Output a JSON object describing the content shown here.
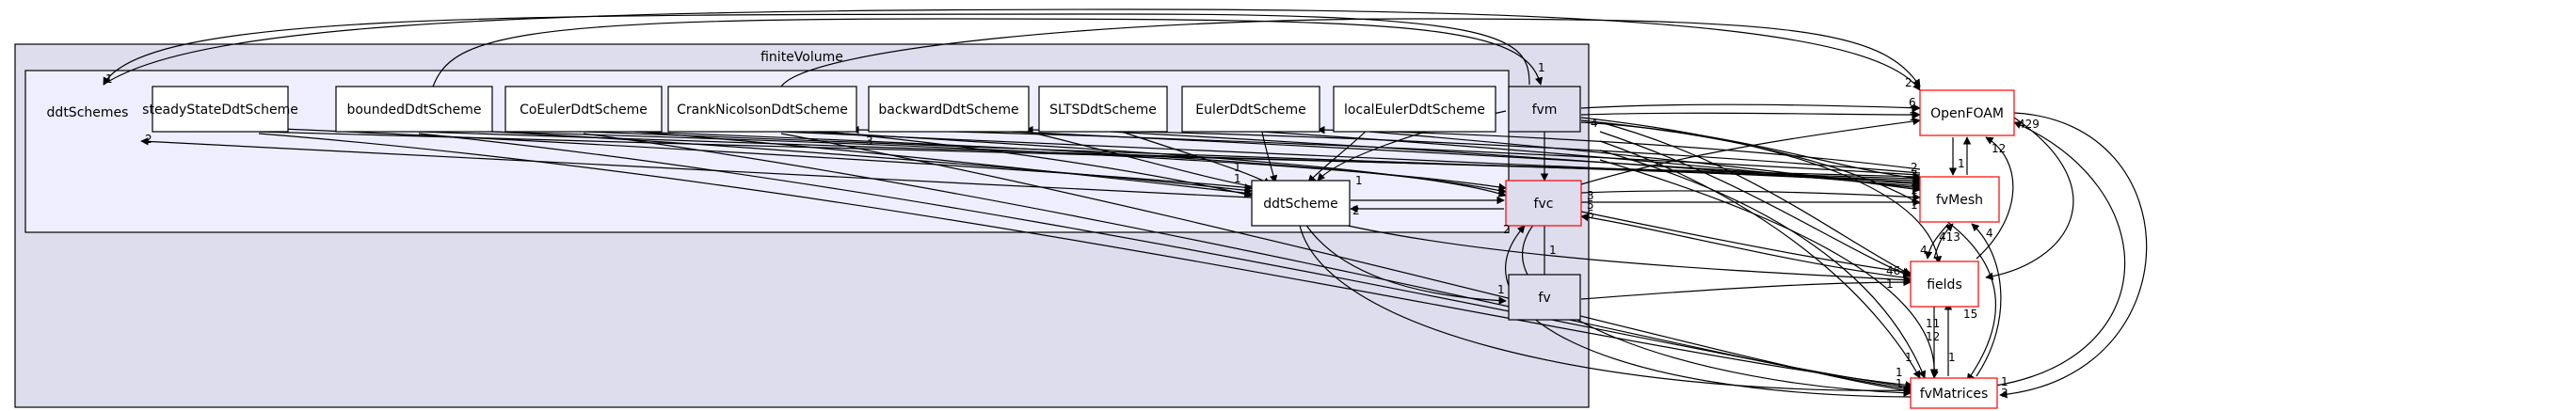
{
  "clusters": {
    "outer": {
      "label": "finiteVolume",
      "fill": "#ddddee",
      "stroke": "#000000"
    },
    "inner": {
      "label": "ddtSchemes",
      "fill": "#eeeeff",
      "stroke": "#000000"
    }
  },
  "nodes": {
    "steadyState": "steadyStateDdtScheme",
    "bounded": "boundedDdtScheme",
    "coEuler": "CoEulerDdtScheme",
    "crankNicolson": "CrankNicolsonDdtScheme",
    "backward": "backwardDdtScheme",
    "slts": "SLTSDdtScheme",
    "euler": "EulerDdtScheme",
    "localEuler": "localEulerDdtScheme",
    "ddtScheme": "ddtScheme",
    "fvm": "fvm",
    "fvc": "fvc",
    "fv": "fv",
    "openfoam": "OpenFOAM",
    "fvMesh": "fvMesh",
    "fields": "fields",
    "fvMatrices": "fvMatrices"
  },
  "edge_labels": {
    "fvm_to_ddtSchemes": "1",
    "bounded_to_fvm": "1",
    "inner_to_openfoam": "2",
    "cn_to_openfoam": "6",
    "fvm_to_openfoam_a": "1",
    "fvm_to_openfoam_b": "1",
    "fvm_to_fvc_n": "4",
    "fvc_to_fvMesh_a": "3",
    "fvc_to_fvMesh_b": "5",
    "fvc_out": "6",
    "fvc_to_fv": "1",
    "ddtScheme_to_fvc": "2",
    "ddtScheme_to_inner": "2",
    "fvc_to_fvMatrices": "2",
    "inbound_ddt_a": "1",
    "inbound_ddt_b": "1",
    "inbound_ddt_c": "1",
    "inbound_ddt_d": "3",
    "mesh_in_a": "2",
    "mesh_in_b": "3",
    "mesh_in_c": "2",
    "mesh_in_d": "1",
    "mesh_in_e": "1",
    "mesh_in_f": "1",
    "openfoam_in_a": "429",
    "openfoam_in_b": "12",
    "mesh_to_openfoam": "1",
    "fields_in_a": "46",
    "fields_in_b": "4",
    "fields_in_c": "413",
    "fields_to_mesh": "15",
    "fvm_to_fields": "1",
    "fvMatrices_in_a": "1",
    "fvMatrices_in_b": "1",
    "fvMatrices_in_c": "1",
    "fvMatrices_in_d": "11",
    "fvMatrices_in_e": "12",
    "fvMatrices_in_f": "1",
    "fvMatrices_in_g": "1",
    "fvMatrices_in_h": "3",
    "fvMatrices_to_mesh": "4",
    "fv_in": "1"
  },
  "colors": {
    "scheme_node_fill": "#ffffff",
    "scheme_node_stroke": "#000000",
    "external_node_stroke": "#ff0000",
    "edge": "#000000"
  }
}
